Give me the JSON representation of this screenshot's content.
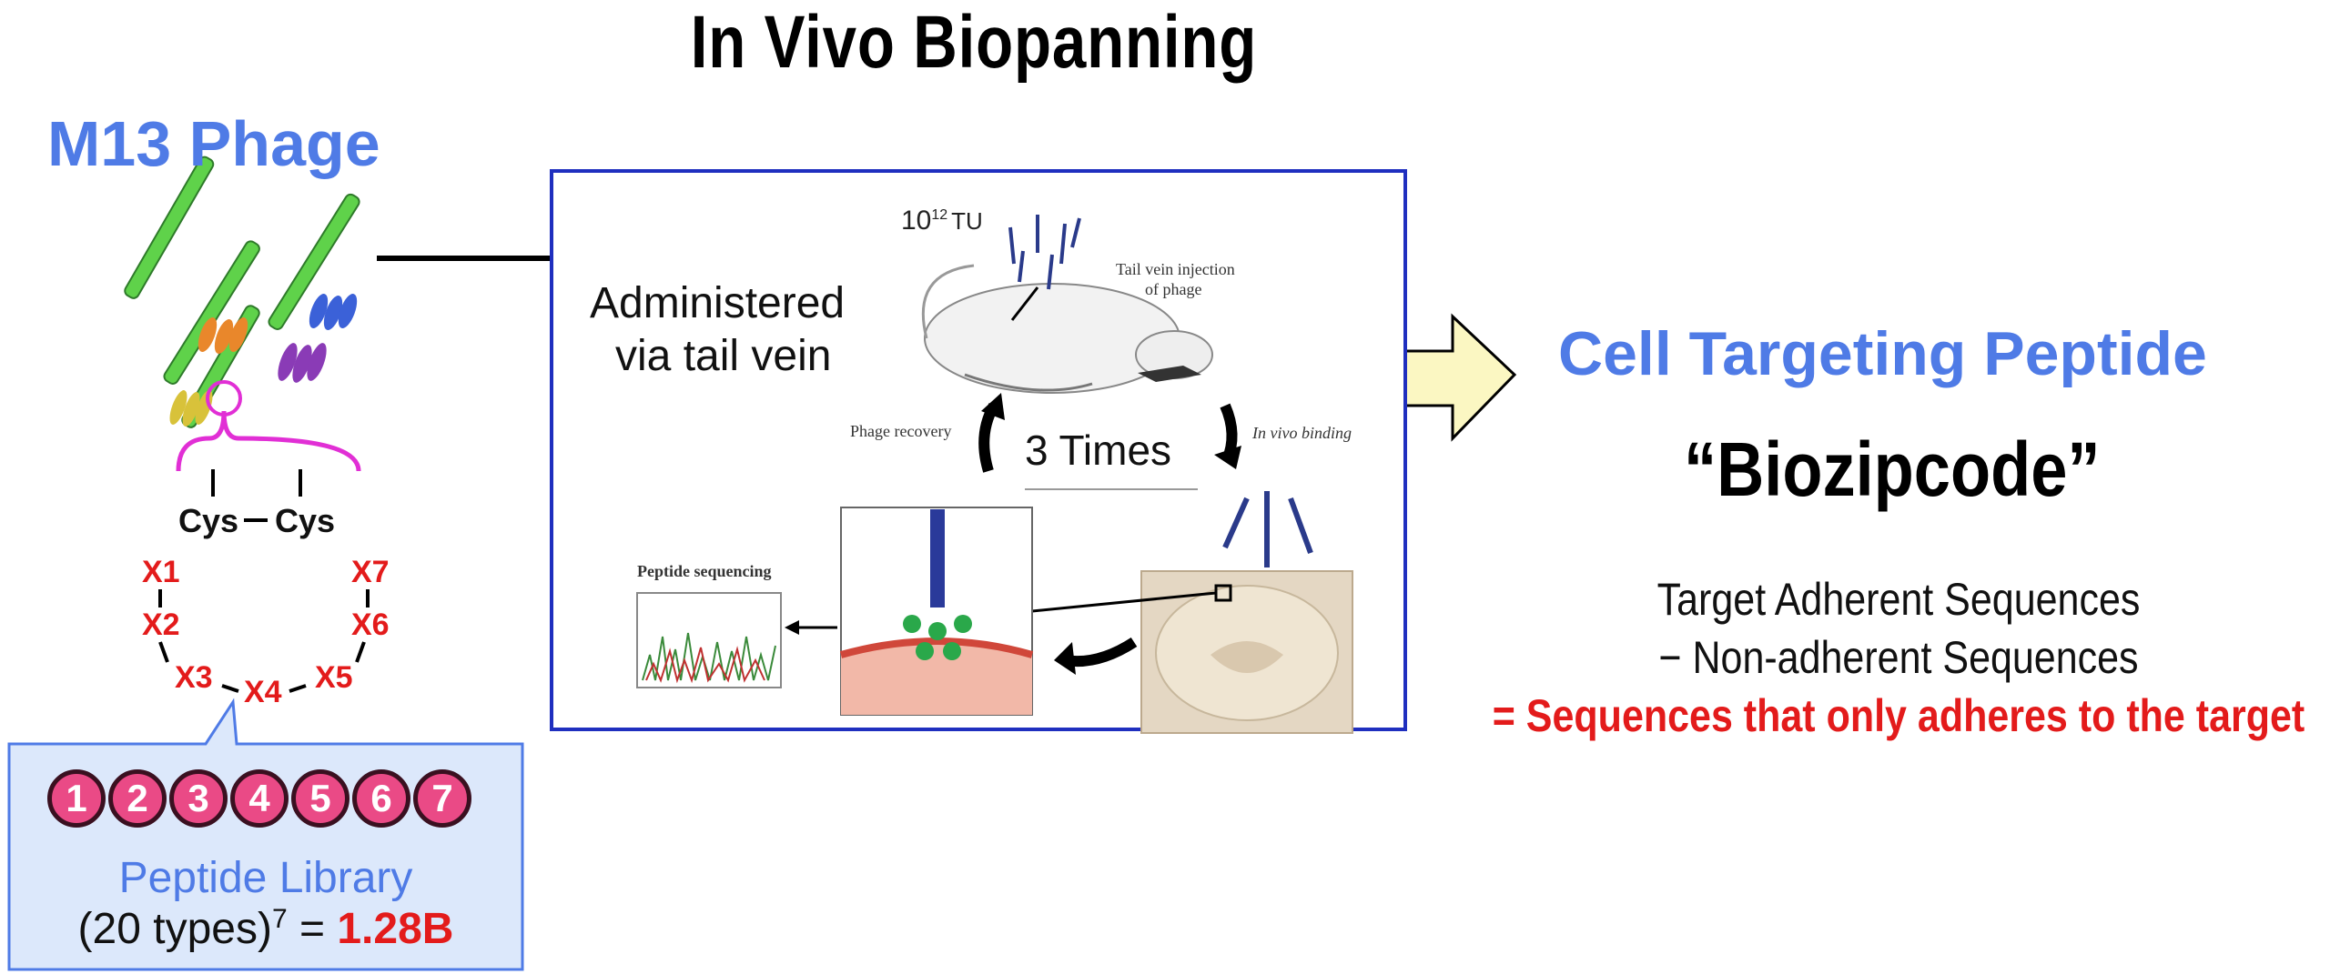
{
  "title": "In Vivo Biopanning",
  "left": {
    "heading": "M13 Phage",
    "cyclic_residues": [
      "Cys",
      "Cys",
      "X1",
      "X2",
      "X3",
      "X4",
      "X5",
      "X6",
      "X7"
    ],
    "library_positions": [
      "1",
      "2",
      "3",
      "4",
      "5",
      "6",
      "7"
    ],
    "library_label": "Peptide Library",
    "library_formula_prefix": "(20 types)",
    "library_formula_exp": "7",
    "library_formula_eq": " = ",
    "library_formula_result": "1.28B"
  },
  "panel": {
    "dose_base": "10",
    "dose_exp": "12",
    "dose_unit": "TU",
    "admin_line1": "Administered",
    "admin_line2": "via tail vein",
    "tail_vein_note_1": "Tail vein injection",
    "tail_vein_note_2": "of phage",
    "cycle_label": "3 Times",
    "phage_recovery": "Phage recovery",
    "in_vivo_binding": "In vivo binding",
    "peptide_sequencing": "Peptide sequencing"
  },
  "right": {
    "heading": "Cell Targeting Peptide",
    "subheading": "“Biozipcode”",
    "line1": "Target Adherent Sequences",
    "line2": "− Non-adherent Sequences",
    "line3": "= Sequences that only adheres to the target"
  },
  "colors": {
    "accent_blue": "#4f7be6",
    "highlight_red": "#e31b1b",
    "panel_border": "#1f2fbf",
    "library_box": "#dce8fb",
    "bead_pink": "#ea4a86",
    "bracket_magenta": "#e12fd5",
    "arrow_fill": "#fbf7c2"
  }
}
